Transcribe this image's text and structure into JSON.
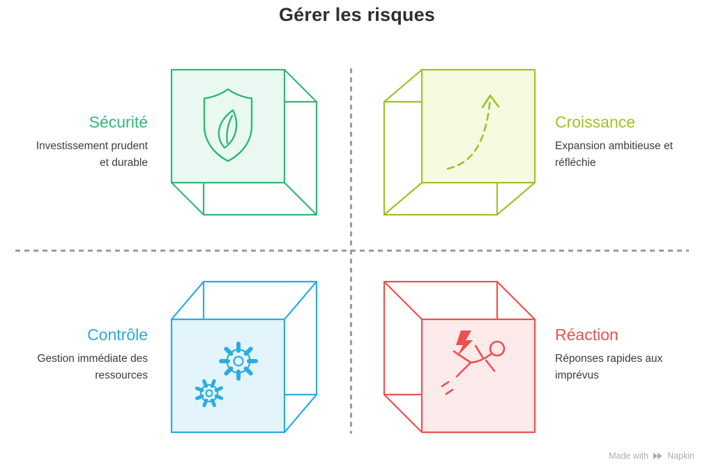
{
  "title": "Gérer les risques",
  "quadrants": [
    {
      "id": "securite",
      "label": "Sécurité",
      "description": "Investissement prudent et durable",
      "accent": "#2fb876",
      "fill": "#e9f8f0",
      "icon": "shield-leaf-icon"
    },
    {
      "id": "croissance",
      "label": "Croissance",
      "description": "Expansion ambitieuse et réfléchie",
      "accent": "#9cc423",
      "fill": "#f5fae1",
      "icon": "growth-arrow-icon"
    },
    {
      "id": "controle",
      "label": "Contrôle",
      "description": "Gestion immédiate des ressources",
      "accent": "#2aace2",
      "fill": "#e3f4fc",
      "icon": "gears-icon"
    },
    {
      "id": "reaction",
      "label": "Réaction",
      "description": "Réponses rapides aux imprévus",
      "accent": "#ee4f4f",
      "fill": "#fdeaea",
      "icon": "falling-person-icon"
    }
  ],
  "dividers": {
    "color": "#9b9b9b",
    "style": "dashed"
  },
  "watermark": {
    "prefix": "Made with",
    "brand": "Napkin"
  }
}
